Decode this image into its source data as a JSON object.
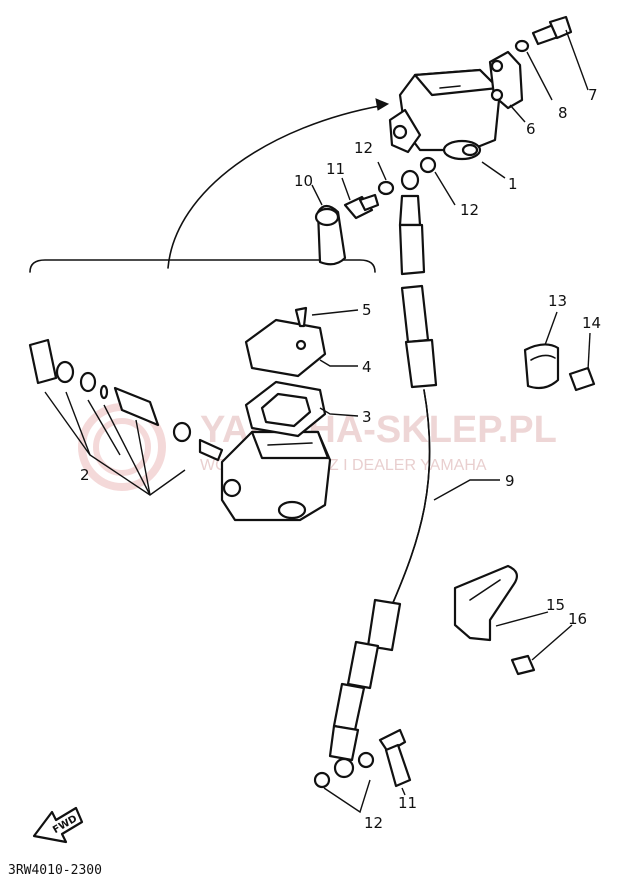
{
  "diagram": {
    "code": "3RW4010-2300",
    "fwd_label": "FWD",
    "watermark": {
      "brand": "YAMAHA-SKLEP.PL",
      "subline": "WOJCIECHOWICZ I DEALER YAMAHA"
    },
    "callouts": {
      "p1": "1",
      "p2": "2",
      "p3": "3",
      "p4": "4",
      "p5": "5",
      "p6": "6",
      "p7": "7",
      "p8": "8",
      "p9": "9",
      "p10": "10",
      "p11a": "11",
      "p11b": "11",
      "p12a": "12",
      "p12b": "12",
      "p12c": "12",
      "p13": "13",
      "p14": "14",
      "p15": "15",
      "p16": "16"
    },
    "colors": {
      "line": "#111111",
      "watermark": "#e9c9c9"
    }
  }
}
